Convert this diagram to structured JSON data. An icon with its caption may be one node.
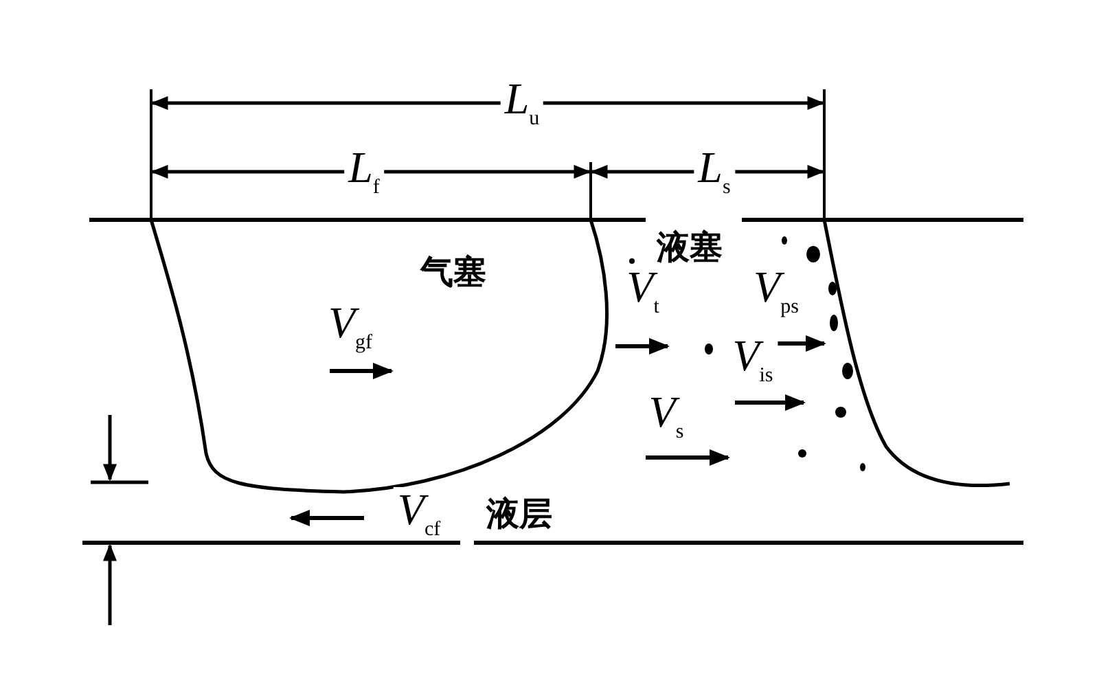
{
  "diagram": {
    "labels": [
      "L$_{u}$",
      "L$_{f}$",
      "L$_{s}$",
      "气塞",
      "液塞",
      "V$_{t}$",
      "V$_{ps}$",
      "V$_{gf}$",
      "V$_{is}$",
      "V$_{s}$",
      "V$_{cf}$",
      "液层"
    ]
  }
}
